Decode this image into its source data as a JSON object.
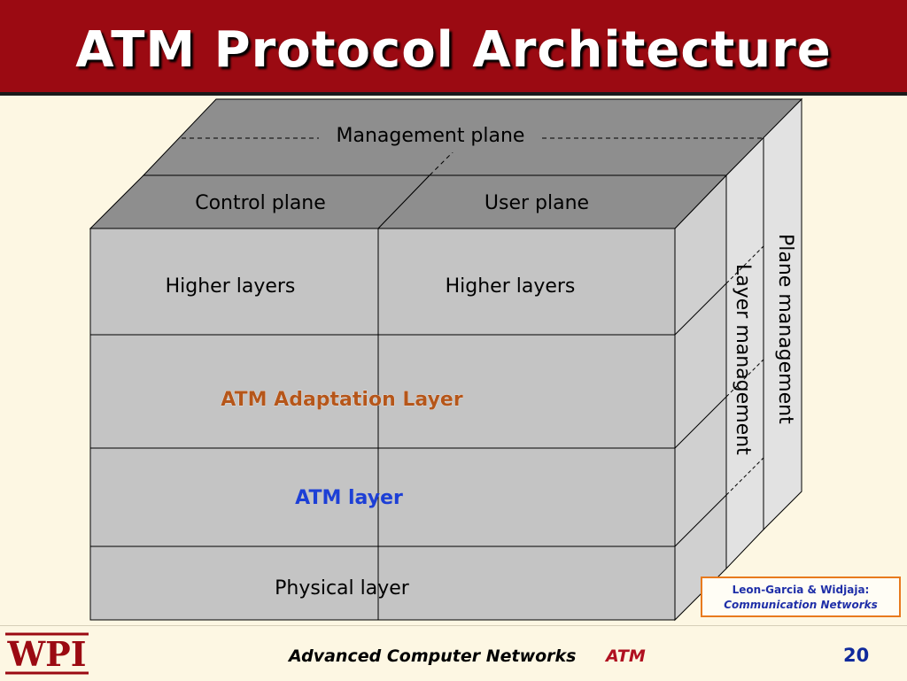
{
  "slide": {
    "title": "ATM Protocol Architecture",
    "page_number": "20"
  },
  "diagram": {
    "management_plane": "Management plane",
    "control_plane": "Control plane",
    "user_plane": "User plane",
    "higher_layers_left": "Higher layers",
    "higher_layers_right": "Higher layers",
    "aal": "ATM Adaptation Layer",
    "atm_layer": "ATM layer",
    "physical_layer": "Physical layer",
    "layer_management": "Layer management",
    "plane_management": "Plane management"
  },
  "credit": {
    "line1": "Leon-Garcia & Widjaja:",
    "line2": "Communication Networks"
  },
  "footer": {
    "course": "Advanced Computer Networks",
    "topic": "ATM",
    "logo_text": "WPI"
  },
  "colors": {
    "header": "#9b0a12",
    "background": "#fdf7e3",
    "aal_text": "#b5561a",
    "atm_text": "#1d3fd6",
    "credit_border": "#e87a1e"
  }
}
